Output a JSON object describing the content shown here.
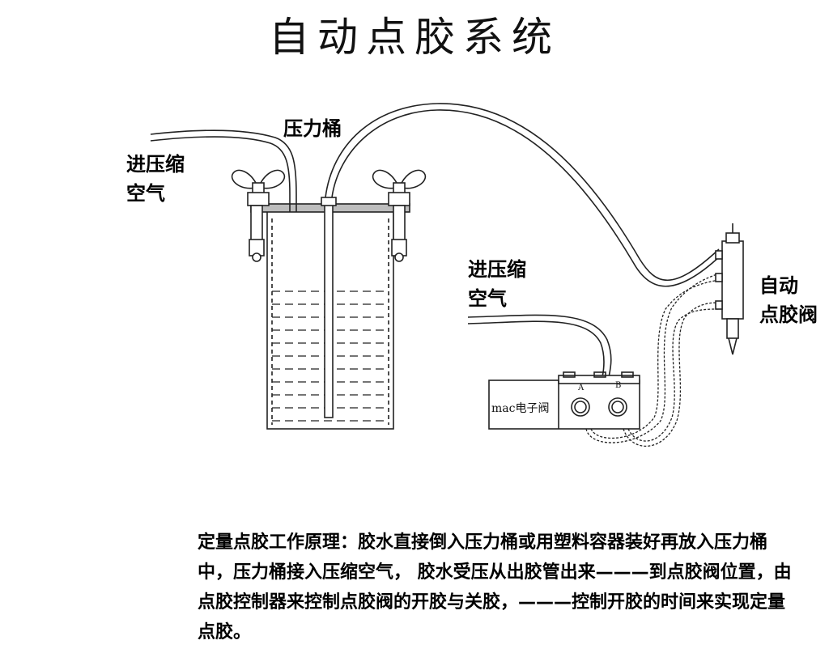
{
  "title": "自动点胶系统",
  "labels": {
    "pressure_tank": "压力桶",
    "air_in_1_line1": "进压缩",
    "air_in_1_line2": "空气",
    "air_in_2_line1": "进压缩",
    "air_in_2_line2": "空气",
    "auto_valve_line1": "自动",
    "auto_valve_line2": "点胶阀",
    "mac_valve": "mac电子阀",
    "port_a": "A",
    "port_b": "B"
  },
  "description": "定量点胶工作原理：胶水直接倒入压力桶或用塑料容器装好再放入压力桶中，压力桶接入压缩空气， 胶水受压从出胶管出来———到点胶阀位置，由点胶控制器来控制点胶阀的开胶与关胶，———控制开胶的时间来实现定量点胶。"
}
